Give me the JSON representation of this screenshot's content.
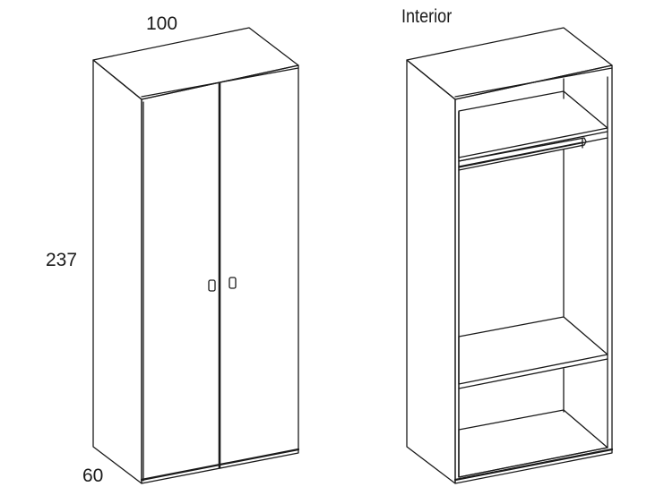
{
  "dimensions": {
    "width": "100",
    "height": "237",
    "depth": "60"
  },
  "interior_view": {
    "label": "Interior"
  },
  "colors": {
    "line": "#1a1a1a",
    "background": "#ffffff"
  }
}
